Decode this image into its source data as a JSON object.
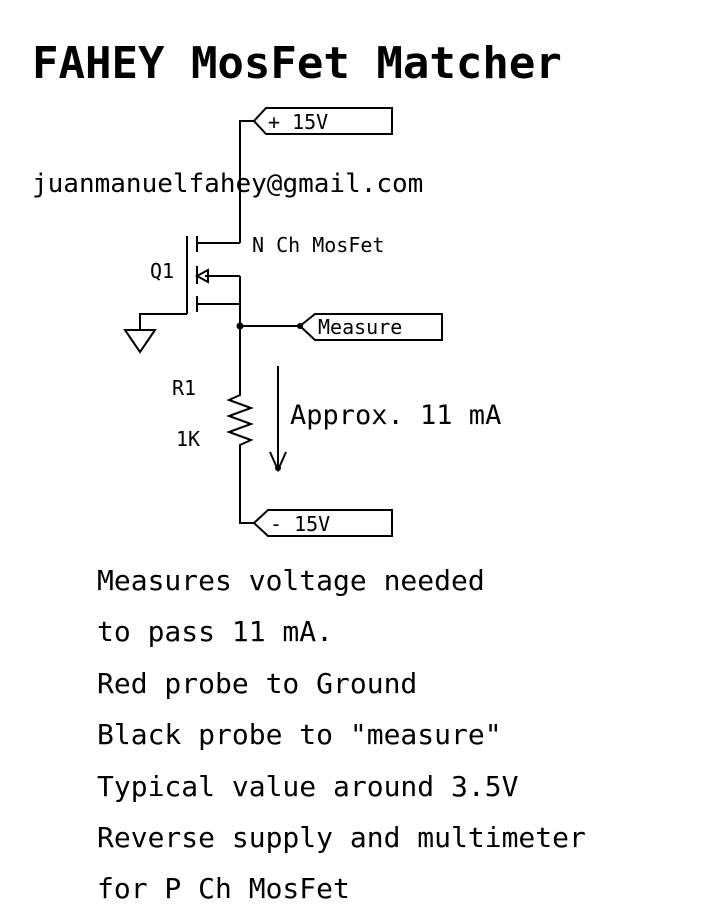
{
  "title": "FAHEY MosFet Matcher",
  "email": "juanmanuelfahey@gmail.com",
  "labels": {
    "plus_supply": "+ 15V",
    "minus_supply": "- 15V",
    "measure": "Measure",
    "transistor_ref": "Q1",
    "transistor_type": "N Ch MosFet",
    "resistor_ref": "R1",
    "resistor_value": "1K",
    "current": "Approx. 11 mA"
  },
  "notes": [
    "Measures voltage needed",
    "to pass 11 mA.",
    "Red probe to Ground",
    "Black probe to \"measure\"",
    "Typical value around 3.5V",
    "Reverse supply and multimeter",
    "for P Ch MosFet"
  ]
}
